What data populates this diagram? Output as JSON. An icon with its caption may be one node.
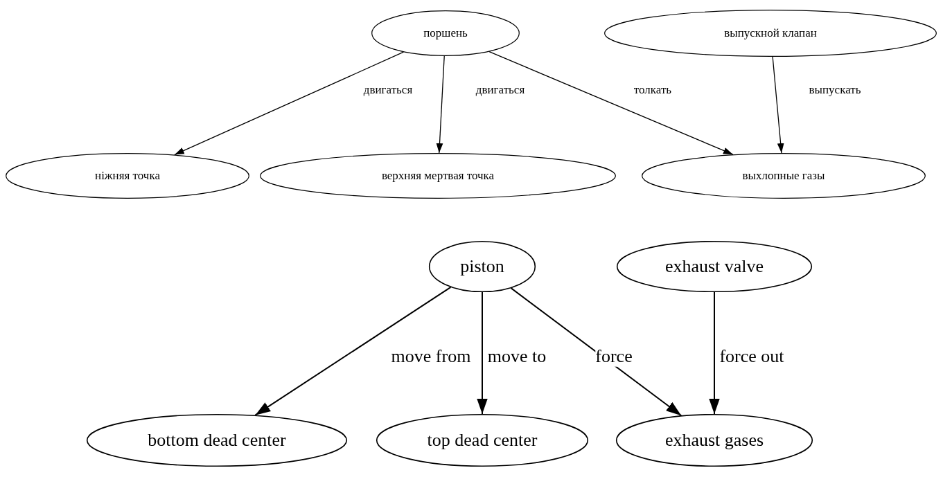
{
  "diagram": {
    "nodes": [
      {
        "text": [
          "поршень"
        ]
      },
      {
        "text": [
          "выпускной клапан"
        ]
      },
      {
        "text": [
          "ніжняя точка"
        ]
      },
      {
        "text": [
          "верхняя мертвая точка"
        ]
      },
      {
        "text": [
          "выхлопные газы"
        ]
      },
      {
        "text": [
          "piston"
        ]
      },
      {
        "text": [
          "exhaust valve"
        ]
      },
      {
        "text": [
          "bottom dead center"
        ]
      },
      {
        "text": [
          "top dead center"
        ]
      },
      {
        "text": [
          "exhaust gases"
        ]
      }
    ],
    "edges": [
      {
        "from": 0,
        "to": 2,
        "arrow": "to",
        "label": "двигаться"
      },
      {
        "from": 0,
        "to": 3,
        "arrow": "to",
        "label": "двигаться"
      },
      {
        "from": 0,
        "to": 4,
        "arrow": "to",
        "label": "толкать"
      },
      {
        "from": 1,
        "to": 4,
        "arrow": "to",
        "label": "выпускать"
      },
      {
        "from": 5,
        "to": 7,
        "arrow": "to",
        "label": "move from"
      },
      {
        "from": 5,
        "to": 8,
        "arrow": "to",
        "label": "move to"
      },
      {
        "from": 5,
        "to": 9,
        "arrow": "to",
        "label": "force"
      },
      {
        "from": 6,
        "to": 9,
        "arrow": "to",
        "label": "force out"
      }
    ]
  }
}
